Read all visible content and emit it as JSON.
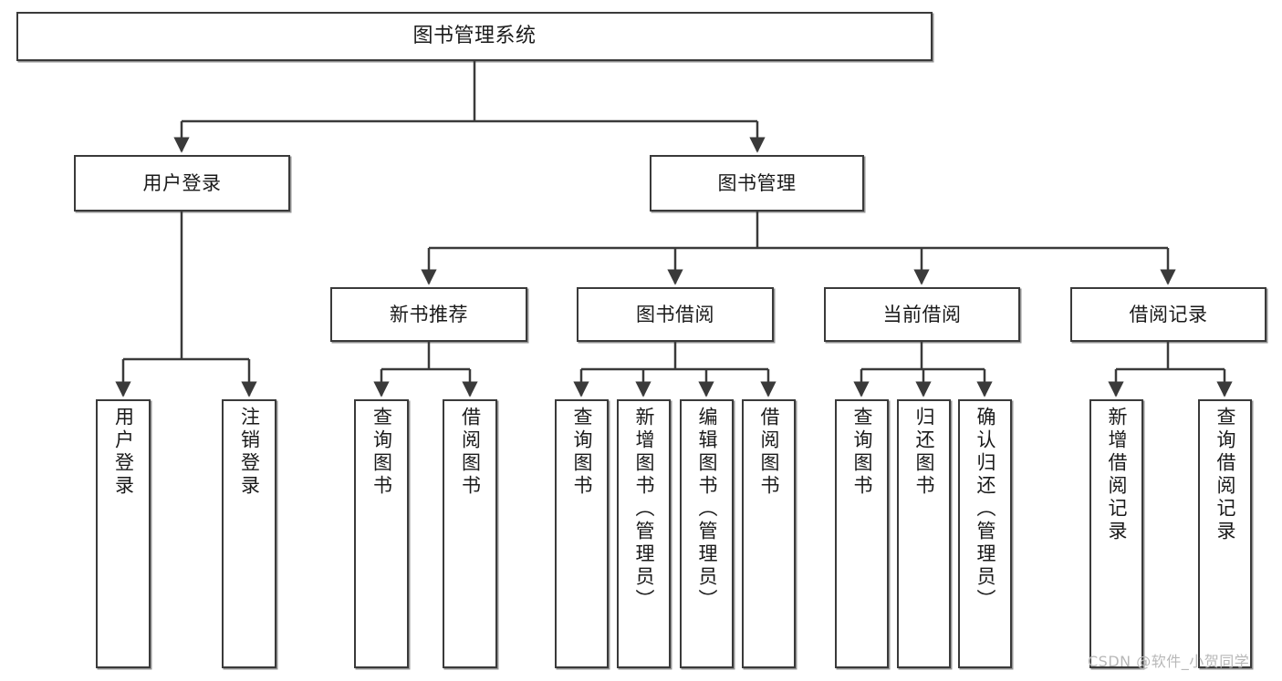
{
  "diagram": {
    "title": "图书管理系统",
    "type": "tree-hierarchy",
    "stroke_color": "#3a3a3a",
    "fill_color": "#ffffff",
    "text_color": "#1a1a1a",
    "watermark": "CSDN @软件_小贺同学",
    "levels": [
      {
        "level": 0,
        "nodes": [
          {
            "id": "root",
            "label": "图书管理系统",
            "orientation": "horizontal"
          }
        ]
      },
      {
        "level": 1,
        "nodes": [
          {
            "id": "l1-user-login",
            "label": "用户登录",
            "orientation": "horizontal",
            "parent": "root"
          },
          {
            "id": "l1-book-manage",
            "label": "图书管理",
            "orientation": "horizontal",
            "parent": "root"
          }
        ]
      },
      {
        "level": 2,
        "nodes": [
          {
            "id": "l2-new-book-rec",
            "label": "新书推荐",
            "orientation": "horizontal",
            "parent": "l1-book-manage"
          },
          {
            "id": "l2-book-borrow",
            "label": "图书借阅",
            "orientation": "horizontal",
            "parent": "l1-book-manage"
          },
          {
            "id": "l2-current-borrow",
            "label": "当前借阅",
            "orientation": "horizontal",
            "parent": "l1-book-manage"
          },
          {
            "id": "l2-borrow-record",
            "label": "借阅记录",
            "orientation": "horizontal",
            "parent": "l1-book-manage"
          }
        ]
      },
      {
        "level": 3,
        "nodes": [
          {
            "id": "leaf-user-login",
            "label": "用户登录",
            "orientation": "vertical",
            "parent": "l1-user-login"
          },
          {
            "id": "leaf-logout",
            "label": "注销登录",
            "orientation": "vertical",
            "parent": "l1-user-login"
          },
          {
            "id": "leaf-query-book-1",
            "label": "查询图书",
            "orientation": "vertical",
            "parent": "l2-new-book-rec"
          },
          {
            "id": "leaf-borrow-book-1",
            "label": "借阅图书",
            "orientation": "vertical",
            "parent": "l2-new-book-rec"
          },
          {
            "id": "leaf-query-book-2",
            "label": "查询图书",
            "orientation": "vertical",
            "parent": "l2-book-borrow"
          },
          {
            "id": "leaf-add-book",
            "label": "新增图书（管理员）",
            "orientation": "vertical",
            "parent": "l2-book-borrow"
          },
          {
            "id": "leaf-edit-book",
            "label": "编辑图书（管理员）",
            "orientation": "vertical",
            "parent": "l2-book-borrow"
          },
          {
            "id": "leaf-borrow-book-2",
            "label": "借阅图书",
            "orientation": "vertical",
            "parent": "l2-book-borrow"
          },
          {
            "id": "leaf-query-book-3",
            "label": "查询图书",
            "orientation": "vertical",
            "parent": "l2-current-borrow"
          },
          {
            "id": "leaf-return-book",
            "label": "归还图书",
            "orientation": "vertical",
            "parent": "l2-current-borrow"
          },
          {
            "id": "leaf-confirm-return",
            "label": "确认归还（管理员）",
            "orientation": "vertical",
            "parent": "l2-current-borrow"
          },
          {
            "id": "leaf-add-record",
            "label": "新增借阅记录",
            "orientation": "vertical",
            "parent": "l2-borrow-record"
          },
          {
            "id": "leaf-query-record",
            "label": "查询借阅记录",
            "orientation": "vertical",
            "parent": "l2-borrow-record"
          }
        ]
      }
    ]
  }
}
